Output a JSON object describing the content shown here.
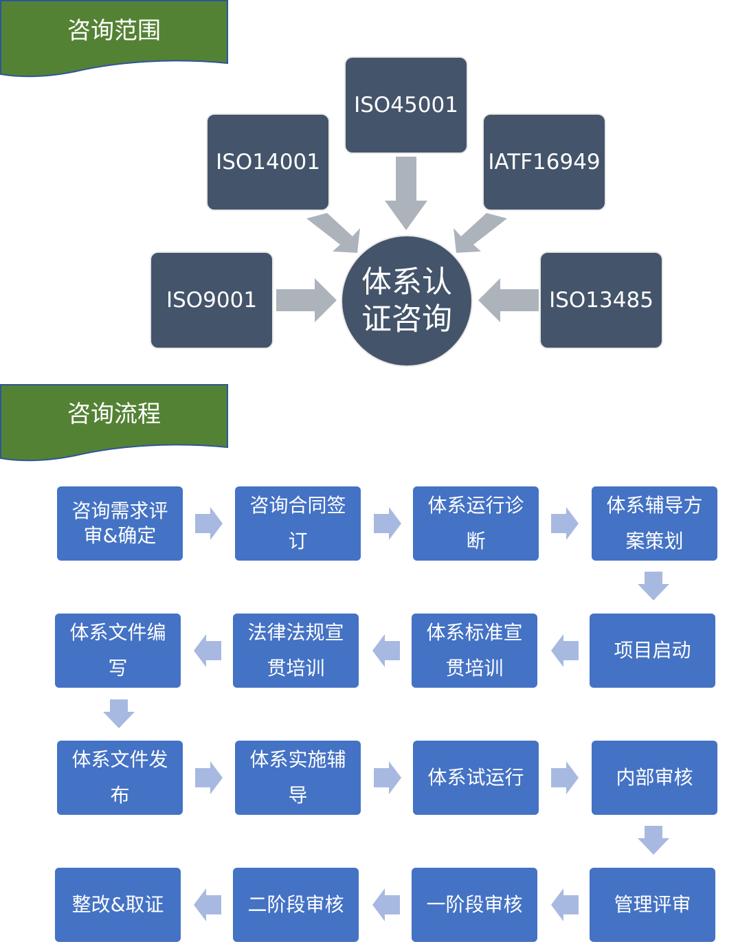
{
  "sections": {
    "scope_title": "咨询范围",
    "process_title": "咨询流程"
  },
  "scope": {
    "center": "体系认证咨询",
    "standards": [
      "ISO45001",
      "ISO14001",
      "IATF16949",
      "ISO9001",
      "ISO13485"
    ]
  },
  "process": {
    "steps": [
      "咨询需求评审&确定",
      "咨询合同签订",
      "体系运行诊断",
      "体系辅导方案策划",
      "项目启动",
      "体系标准宣贯培训",
      "法律法规宣贯培训",
      "体系文件编写",
      "体系文件发布",
      "体系实施辅导",
      "体系试运行",
      "内部审核",
      "管理评审",
      "一阶段审核",
      "二阶段审核",
      "整改&取证"
    ]
  },
  "colors": {
    "banner_green": "#548235",
    "banner_border": "#2f5597",
    "standard_box": "#44546a",
    "scope_arrow": "#adb3bb",
    "flow_box": "#4472c4",
    "flow_arrow": "#a7b9e0"
  }
}
